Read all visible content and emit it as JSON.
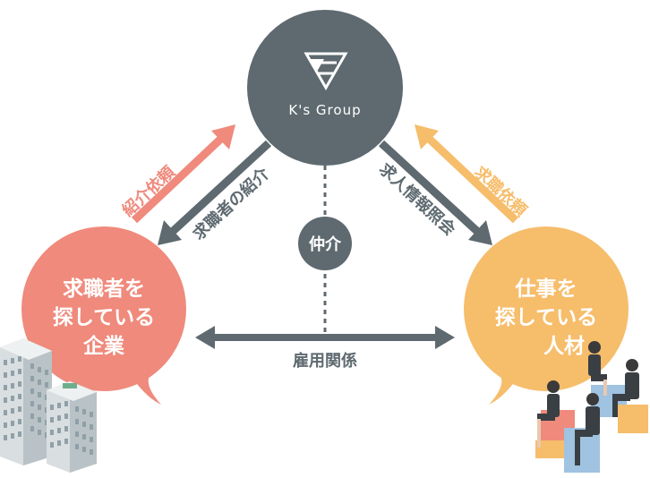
{
  "center": {
    "logo_text": "K's Group",
    "mediator_label": "仲介"
  },
  "left_bubble": {
    "line1": "求職者を",
    "line2": "探している",
    "line3": "企業"
  },
  "right_bubble": {
    "line1": "仕事を",
    "line2": "探している",
    "line3": "人材"
  },
  "arrows": {
    "left_up": "紹介依頼",
    "left_down": "求職者の紹介",
    "right_down": "求人情報照会",
    "right_up": "求職依頼",
    "bottom": "雇用関係"
  },
  "colors": {
    "hub": "#5e6a70",
    "salmon": "#ef8a7c",
    "orange": "#f6bd6b"
  }
}
